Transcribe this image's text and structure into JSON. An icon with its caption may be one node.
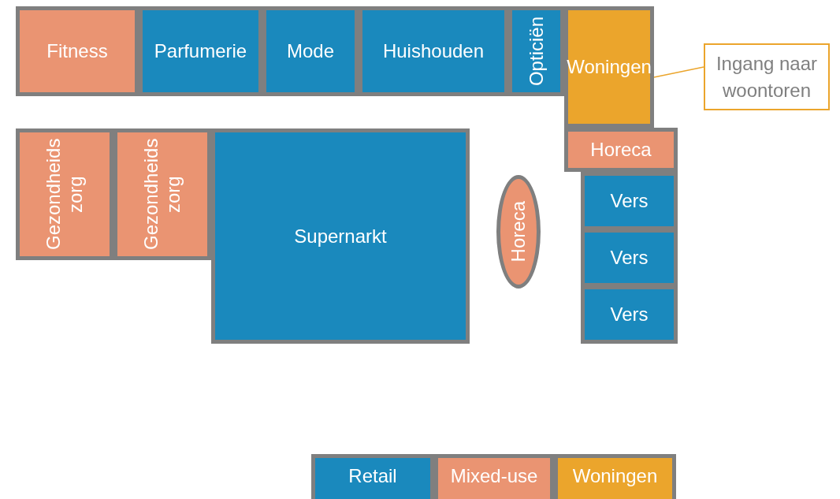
{
  "diagram": {
    "nodes": [
      {
        "text": [
          "Fitness"
        ]
      },
      {
        "text": [
          "Parfumerie"
        ]
      },
      {
        "text": [
          "Mode"
        ]
      },
      {
        "text": [
          "Huishouden"
        ]
      },
      {
        "text": [
          "Opticiën"
        ]
      },
      {
        "text": [
          "Woningen"
        ]
      },
      {
        "text": [
          "Ingang naar woontoren"
        ]
      },
      {
        "text": [
          "Horeca"
        ]
      },
      {
        "text": [
          "Gezondheids zorg"
        ]
      },
      {
        "text": [
          "Gezondheids zorg"
        ]
      },
      {
        "text": [
          "Supernarkt"
        ]
      },
      {
        "text": [
          "Horeca"
        ]
      },
      {
        "text": [
          "Vers"
        ]
      },
      {
        "text": [
          "Vers"
        ]
      },
      {
        "text": [
          "Vers"
        ]
      }
    ],
    "edges": [
      {
        "from": 6,
        "to": 5,
        "arrow": "none"
      }
    ],
    "legend": [
      {
        "text": "Retail",
        "color": "#1a89bd"
      },
      {
        "text": "Mixed-use",
        "color": "#ea9472"
      },
      {
        "text": "Woningen",
        "color": "#eba52c"
      }
    ]
  }
}
